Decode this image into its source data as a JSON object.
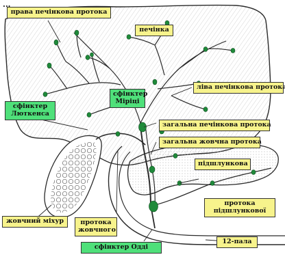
{
  "labels": {
    "partial_top": "...",
    "right_hepatic_duct": "права печінкова протока",
    "liver": "печінка",
    "sphincter_mirizzi": "сфінктер\nМіріці",
    "left_hepatic_duct": "ліва печінкова протока",
    "sphincter_lutkens": "сфінктер\nЛюткенса",
    "common_hepatic_duct": "загальна печінкова протока",
    "common_bile_duct": "загальна жовчна протока",
    "pancreas": "підшлункова",
    "pancreatic_duct": "протока\nпідшлункової",
    "gallbladder": "жовчний міхур",
    "cystic_duct": "протока\nжовчного",
    "sphincter_oddi": "сфінктер Одді",
    "duodenum": "12-пала"
  },
  "colors": {
    "label_yellow": "#f7f38c",
    "label_green": "#4fe07a",
    "bubble_green": "#1f8a3a",
    "outline": "#2a2a2a"
  }
}
